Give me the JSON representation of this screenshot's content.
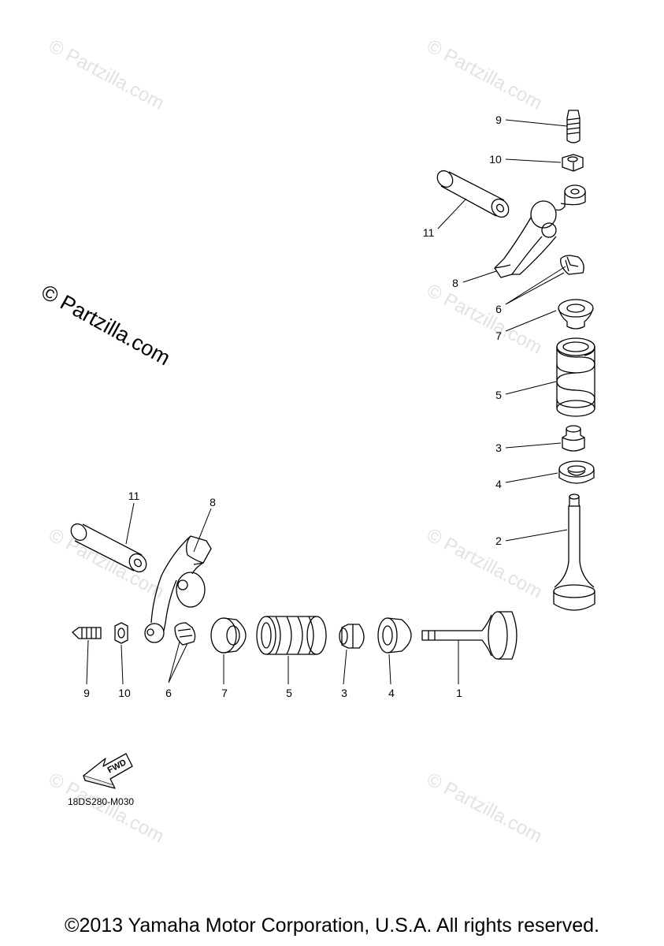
{
  "watermark": "© Partzilla.com",
  "labels": {
    "top_9": "9",
    "top_10": "10",
    "top_11": "11",
    "top_8": "8",
    "top_6": "6",
    "top_7": "7",
    "top_5": "5",
    "top_3": "3",
    "top_4": "4",
    "top_2": "2",
    "bot_11": "11",
    "bot_8": "8",
    "bot_9": "9",
    "bot_10": "10",
    "bot_6": "6",
    "bot_7": "7",
    "bot_5": "5",
    "bot_3": "3",
    "bot_4": "4",
    "bot_1": "1"
  },
  "fwd_label": "FWD",
  "diagram_code": "18DS280-M030",
  "copyright": "©2013 Yamaha Motor Corporation, U.S.A. All rights reserved."
}
